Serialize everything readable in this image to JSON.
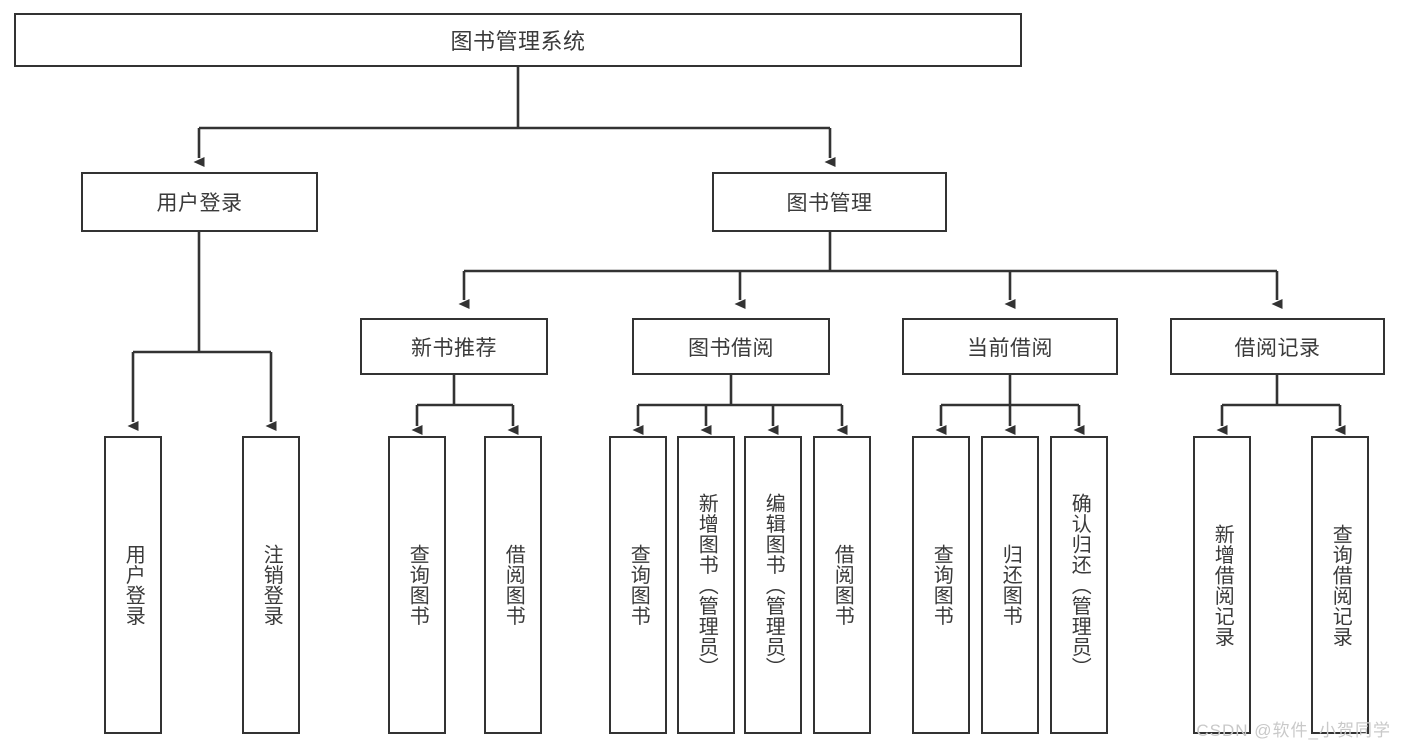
{
  "diagram": {
    "title": "图书管理系统",
    "type": "hierarchy-tree",
    "watermark": "CSDN @软件_小贺同学",
    "root": {
      "id": "root",
      "label": "图书管理系统"
    },
    "level2": [
      {
        "id": "user-login",
        "label": "用户登录"
      },
      {
        "id": "book-manage",
        "label": "图书管理"
      }
    ],
    "level3": [
      {
        "id": "new-book-rec",
        "label": "新书推荐",
        "parent": "book-manage"
      },
      {
        "id": "book-borrow",
        "label": "图书借阅",
        "parent": "book-manage"
      },
      {
        "id": "current-borrow",
        "label": "当前借阅",
        "parent": "book-manage"
      },
      {
        "id": "borrow-record",
        "label": "借阅记录",
        "parent": "book-manage"
      }
    ],
    "leaves": [
      {
        "id": "leaf-user-login",
        "label": "用户登录",
        "parent": "user-login"
      },
      {
        "id": "leaf-logout",
        "label": "注销登录",
        "parent": "user-login"
      },
      {
        "id": "leaf-query-book-1",
        "label": "查询图书",
        "parent": "new-book-rec"
      },
      {
        "id": "leaf-borrow-book-1",
        "label": "借阅图书",
        "parent": "new-book-rec"
      },
      {
        "id": "leaf-query-book-2",
        "label": "查询图书",
        "parent": "book-borrow"
      },
      {
        "id": "leaf-add-book",
        "label": "新增图书（管理员）",
        "parent": "book-borrow"
      },
      {
        "id": "leaf-edit-book",
        "label": "编辑图书（管理员）",
        "parent": "book-borrow"
      },
      {
        "id": "leaf-borrow-book-2",
        "label": "借阅图书",
        "parent": "book-borrow"
      },
      {
        "id": "leaf-query-book-3",
        "label": "查询图书",
        "parent": "current-borrow"
      },
      {
        "id": "leaf-return-book",
        "label": "归还图书",
        "parent": "current-borrow"
      },
      {
        "id": "leaf-confirm-return",
        "label": "确认归还（管理员）",
        "parent": "current-borrow"
      },
      {
        "id": "leaf-add-record",
        "label": "新增借阅记录",
        "parent": "borrow-record"
      },
      {
        "id": "leaf-query-record",
        "label": "查询借阅记录",
        "parent": "borrow-record"
      }
    ],
    "colors": {
      "stroke": "#333333",
      "fill": "#ffffff",
      "text": "#3a3a3a",
      "watermark": "#c9c9c9"
    }
  }
}
